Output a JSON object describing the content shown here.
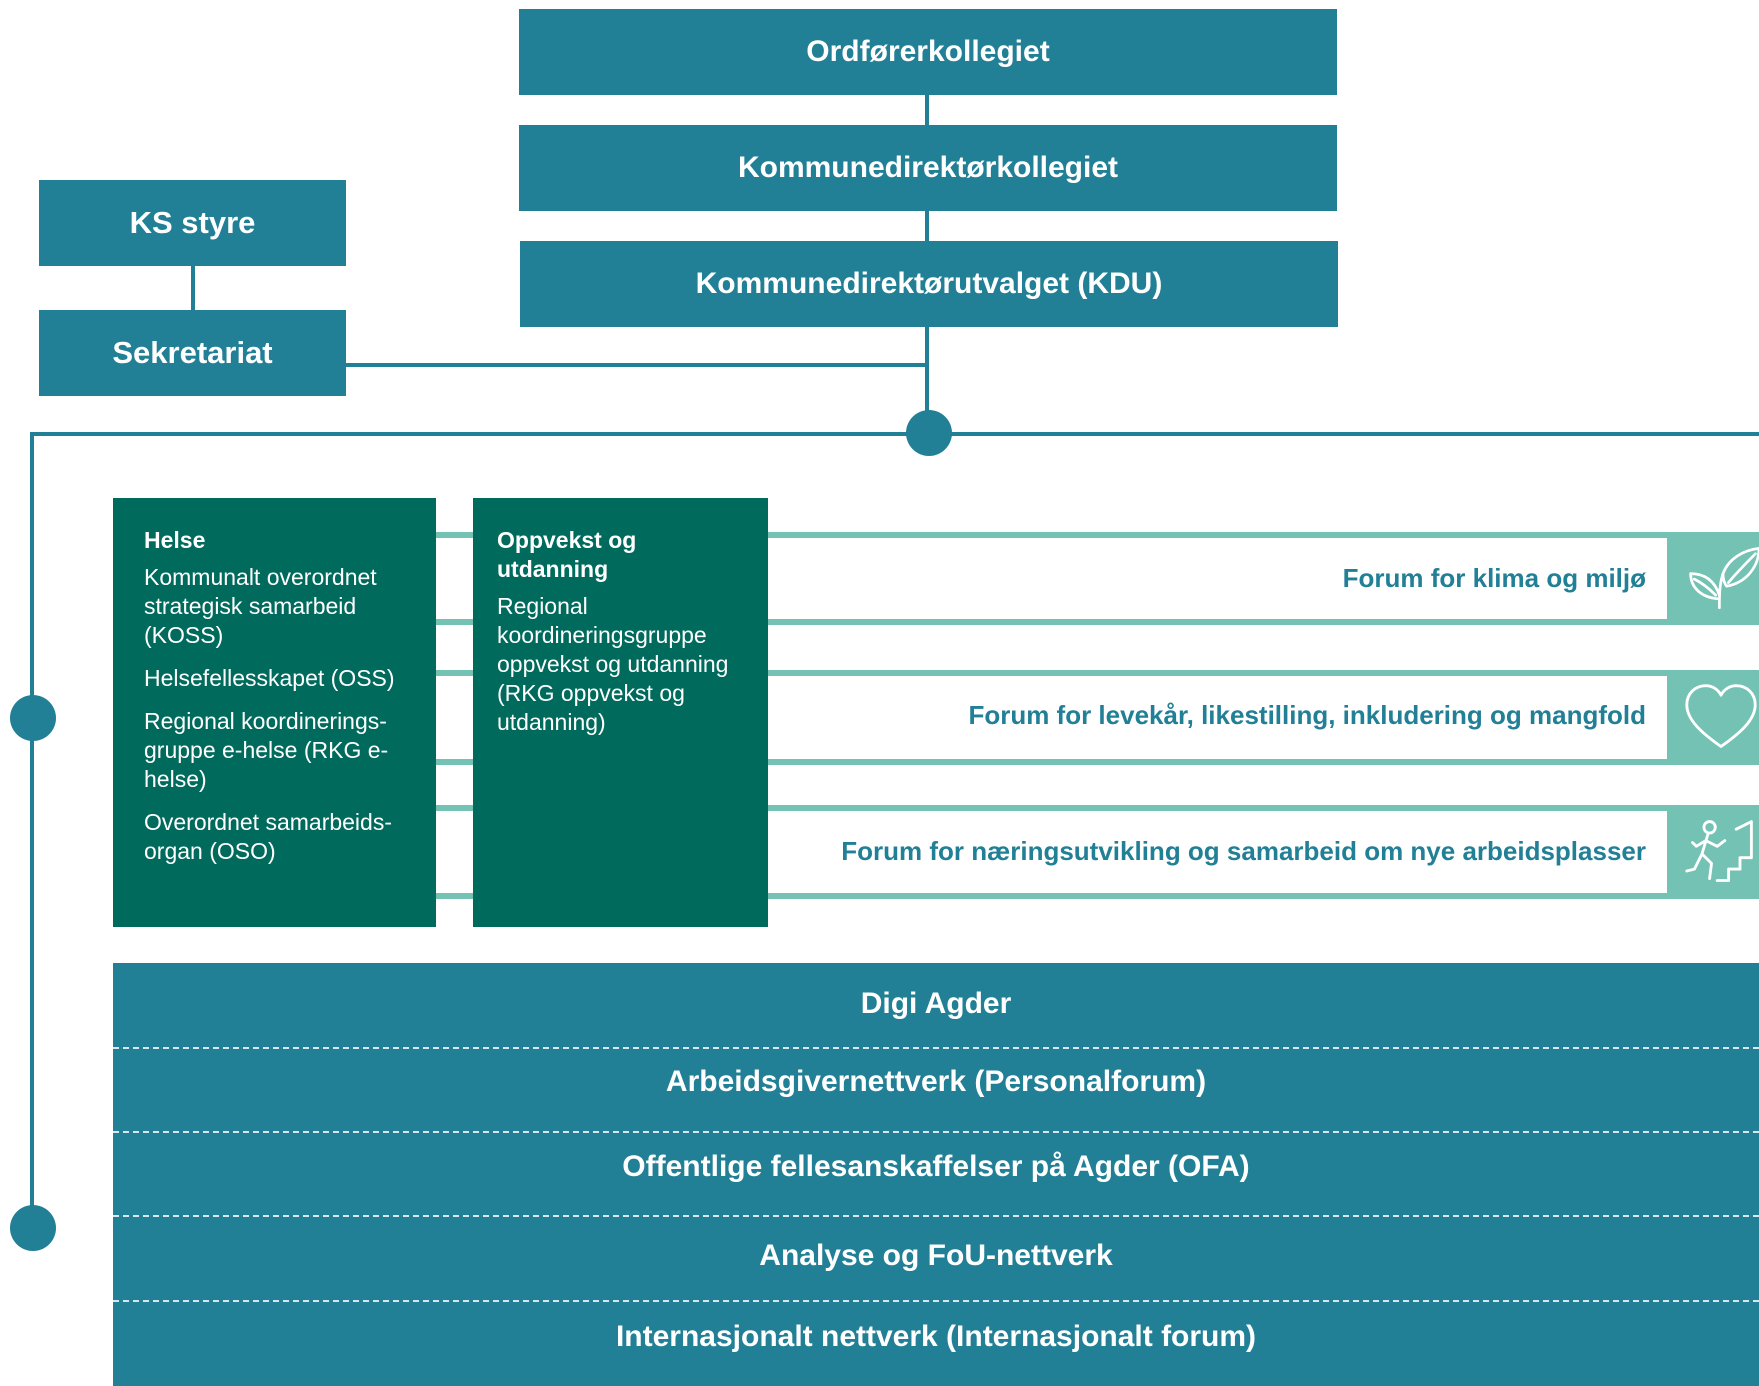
{
  "top": {
    "ordforer": "Ordførerkollegiet",
    "kommunedirektor": "Kommunedirektørkollegiet",
    "kdu": "Kommunedirektørutvalget (KDU)"
  },
  "left": {
    "ks_styre": "KS styre",
    "sekretariat": "Sekretariat"
  },
  "helse": {
    "title": "Helse",
    "items": [
      "Kommunalt overordnet strategisk samarbeid (KOSS)",
      "Helsefellesskapet (OSS)",
      "Regional koordinerings-gruppe e-helse (RKG e-helse)",
      "Overordnet samarbeids-organ (OSO)"
    ]
  },
  "oppvekst": {
    "title": "Oppvekst og utdanning",
    "text": "Regional koordineringsgruppe oppvekst og utdanning (RKG oppvekst og utdanning)"
  },
  "forums": [
    {
      "label": "Forum for klima og miljø",
      "icon": "leaf-icon"
    },
    {
      "label": "Forum for levekår, likestilling, inkludering og mangfold",
      "icon": "heart-icon"
    },
    {
      "label": "Forum for næringsutvikling og samarbeid om nye arbeidsplasser",
      "icon": "stairs-climber-icon"
    }
  ],
  "networks": [
    "Digi Agder",
    "Arbeidsgivernettverk (Personalforum)",
    "Offentlige fellesanskaffelser på Agder (OFA)",
    "Analyse og FoU-nettverk",
    "Internasjonalt nettverk (Internasjonalt forum)"
  ],
  "colors": {
    "primary": "#217f96",
    "green": "#006b5c",
    "teal_light": "#74c2b4"
  }
}
